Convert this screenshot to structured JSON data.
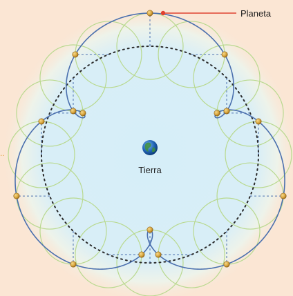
{
  "labels": {
    "planet": "Planeta",
    "earth": "Tierra"
  },
  "colors": {
    "background": "#fbe6d4",
    "orbit_fill": "#d6eef8",
    "deferent": "#2a2a2a",
    "epicycles": "#b9d98f",
    "path": "#4a6fae",
    "planet": "#d6a23a",
    "pointer": "#e0412f"
  },
  "icons": {
    "earth": "earth-globe-icon",
    "planet": "planet-dot-icon"
  },
  "diagram": {
    "epicycle_count": 16
  }
}
